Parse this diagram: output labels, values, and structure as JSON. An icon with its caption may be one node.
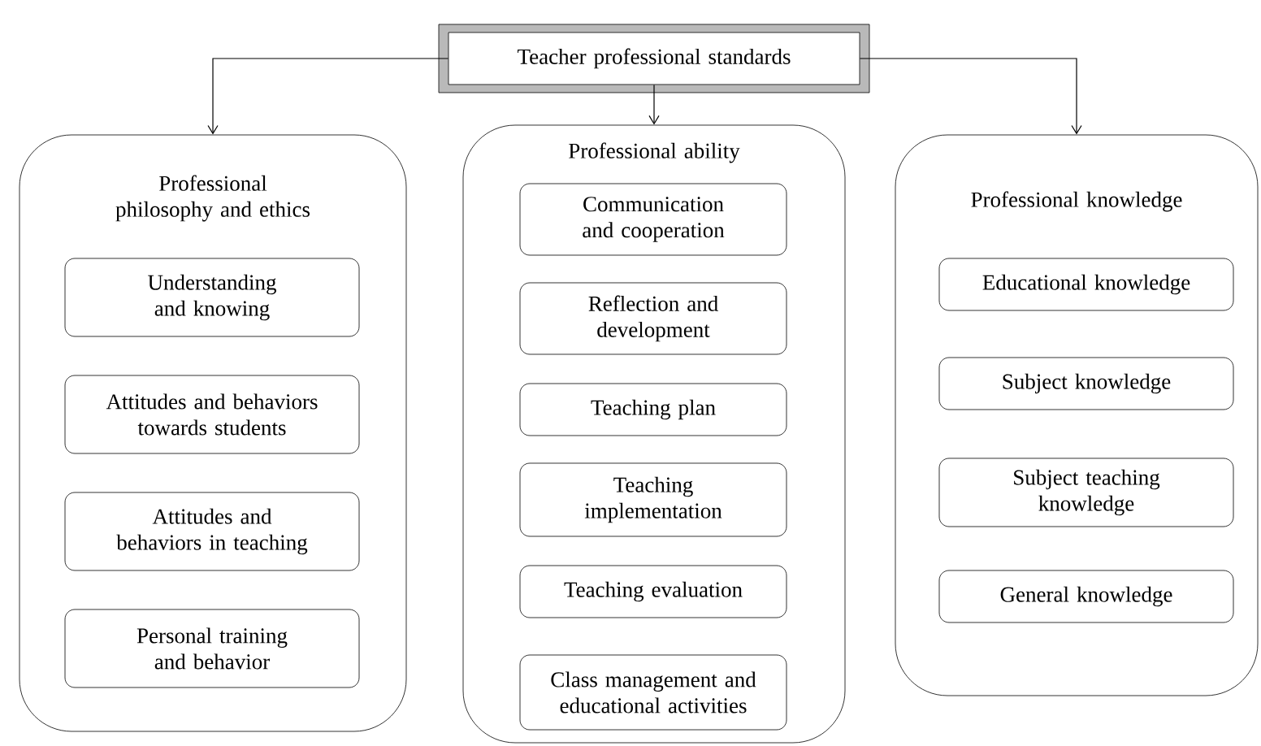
{
  "diagram": {
    "nodes": [
      {
        "text": [
          "Teacher professional standards"
        ]
      },
      {
        "text": [
          "Professional philosophy and ethics"
        ]
      },
      {
        "text": [
          "Understanding and knowing"
        ],
        "in": 1
      },
      {
        "text": [
          "Attitudes and behaviors towards students"
        ],
        "in": 1
      },
      {
        "text": [
          "Attitudes and behaviors in teaching"
        ],
        "in": 1
      },
      {
        "text": [
          "Personal training and behavior"
        ],
        "in": 1
      },
      {
        "text": [
          "Professional ability"
        ]
      },
      {
        "text": [
          "Communication and cooperation"
        ],
        "in": 6
      },
      {
        "text": [
          "Reflection and development"
        ],
        "in": 6
      },
      {
        "text": [
          "Teaching plan"
        ],
        "in": 6
      },
      {
        "text": [
          "Teaching implementation"
        ],
        "in": 6
      },
      {
        "text": [
          "Teaching evaluation"
        ],
        "in": 6
      },
      {
        "text": [
          "Class management and educational activities"
        ],
        "in": 6
      },
      {
        "text": [
          "Professional knowledge"
        ]
      },
      {
        "text": [
          "Educational knowledge"
        ],
        "in": 13
      },
      {
        "text": [
          "Subject knowledge"
        ],
        "in": 13
      },
      {
        "text": [
          "Subject teaching knowledge"
        ],
        "in": 13
      },
      {
        "text": [
          "General knowledge"
        ],
        "in": 13
      }
    ],
    "edges": [
      {
        "from": 0,
        "to": 1,
        "arrow": "to"
      },
      {
        "from": 0,
        "to": 6,
        "arrow": "to"
      },
      {
        "from": 0,
        "to": 13,
        "arrow": "to"
      }
    ]
  }
}
